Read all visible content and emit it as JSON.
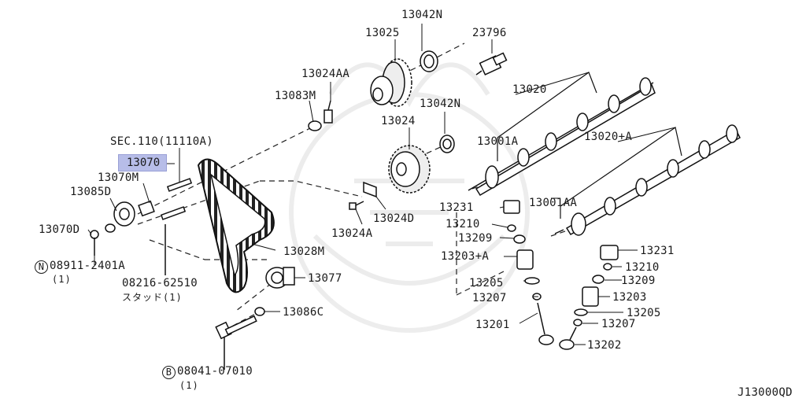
{
  "diagram_id": "J13000QD",
  "highlight_part": "13070",
  "labels": {
    "p13042n_top": "13042N",
    "p13025": "13025",
    "p23796": "23796",
    "p13024aa": "13024AA",
    "p13083m": "13083M",
    "p13042n_mid": "13042N",
    "p13020": "13020",
    "p13024": "13024",
    "sec110": "SEC.110(11110A)",
    "p13001a": "13001A",
    "p13020a": "13020+A",
    "p13070m": "13070M",
    "p13085d": "13085D",
    "p13231_a": "13231",
    "p13001aa": "13001AA",
    "p13024d": "13024D",
    "p13070d": "13070D",
    "p13210_a": "13210",
    "p13024a": "13024A",
    "p13209_a": "13209",
    "p13028m": "13028M",
    "p13231_b": "13231",
    "p13203a": "13203+A",
    "bolt_n": "08911-2401A",
    "bolt_n_qty": "(1)",
    "p13210_b": "13210",
    "stud": "08216-62510",
    "stud_qty": "スタッド(1)",
    "p13077": "13077",
    "p13209_b": "13209",
    "p13205_a": "13205",
    "p13203": "13203",
    "p13207_a": "13207",
    "p13205_b": "13205",
    "p13086c": "13086C",
    "p13207_b": "13207",
    "p13201": "13201",
    "p13202": "13202",
    "bolt_b": "08041-07010",
    "bolt_b_qty": "(1)"
  },
  "circle_marks": {
    "n": "N",
    "b": "B"
  }
}
